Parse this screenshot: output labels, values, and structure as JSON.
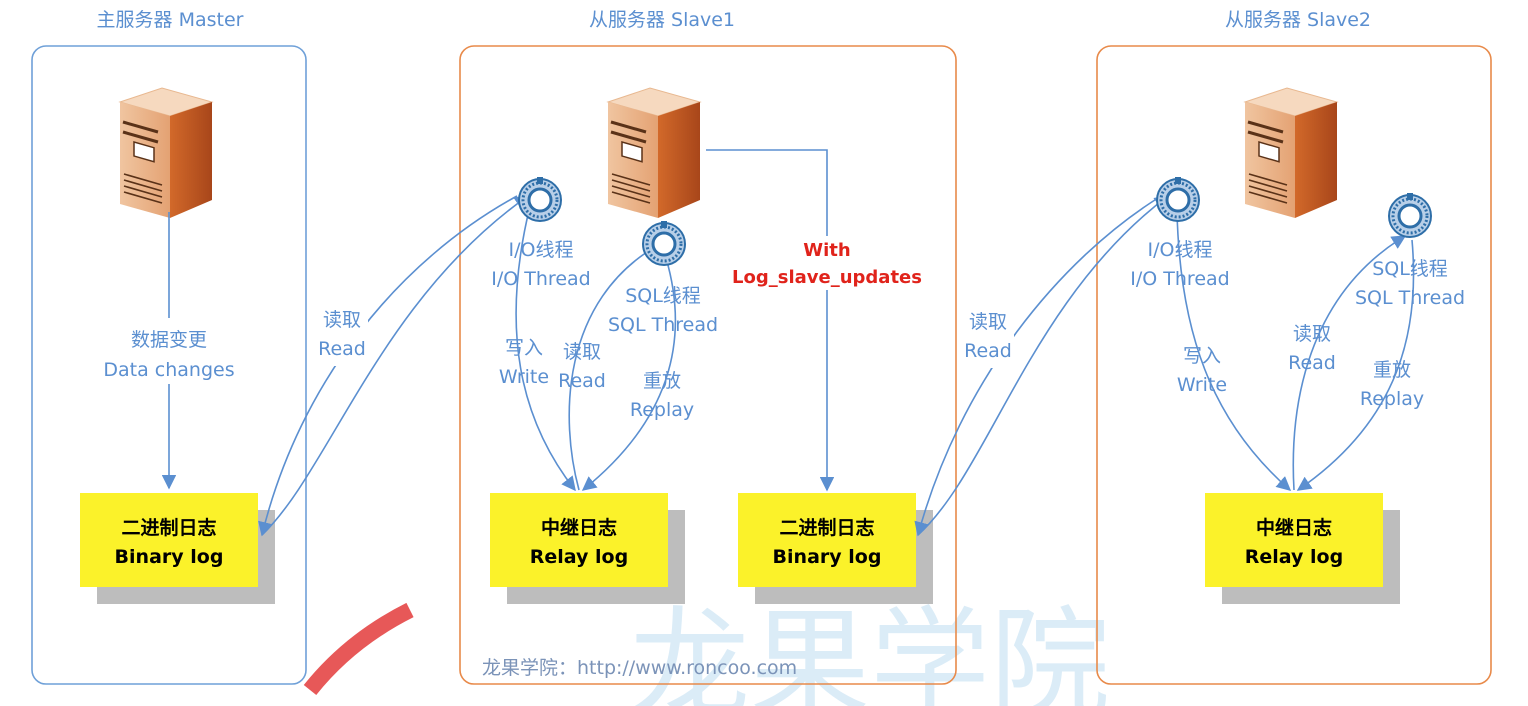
{
  "master": {
    "title": "主服务器 Master",
    "change_cn": "数据变更",
    "change_en": "Data changes",
    "binlog_cn": "二进制日志",
    "binlog_en": "Binary log"
  },
  "slave1": {
    "title": "从服务器 Slave1",
    "io_cn": "I/O线程",
    "io_en": "I/O Thread",
    "sql_cn": "SQL线程",
    "sql_en": "SQL Thread",
    "write_cn": "写入",
    "write_en": "Write",
    "read_cn": "读取",
    "read_en": "Read",
    "replay_cn": "重放",
    "replay_en": "Replay",
    "relay_cn": "中继日志",
    "relay_en": "Relay log",
    "binlog_cn": "二进制日志",
    "binlog_en": "Binary log",
    "with_label": "With",
    "option_label": "Log_slave_updates"
  },
  "slave2": {
    "title": "从服务器 Slave2",
    "io_cn": "I/O线程",
    "io_en": "I/O Thread",
    "sql_cn": "SQL线程",
    "sql_en": "SQL Thread",
    "write_cn": "写入",
    "write_en": "Write",
    "read_cn": "读取",
    "read_en": "Read",
    "replay_cn": "重放",
    "replay_en": "Replay",
    "relay_cn": "中继日志",
    "relay_en": "Relay log"
  },
  "links": {
    "read1_cn": "读取",
    "read1_en": "Read",
    "read2_cn": "读取",
    "read2_en": "Read"
  },
  "watermark": {
    "text": "龙果学院：http://www.roncoo.com",
    "big": "龙果学院"
  },
  "colors": {
    "master_border": "#6fa0d8",
    "slave_border": "#e88a4a",
    "arrow": "#5b8fd0",
    "log_fill": "#fbf22a",
    "shadow": "#bdbdbd",
    "emphasis": "#e0231b"
  }
}
